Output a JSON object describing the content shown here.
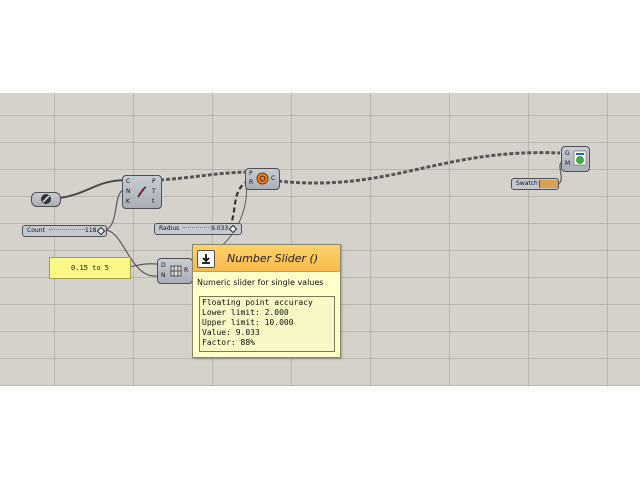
{
  "canvas": {
    "background": "#d4d2cb",
    "grid_color": "#a09e96"
  },
  "count_slider": {
    "label": "Count",
    "value": "118"
  },
  "radius_slider": {
    "label": "Radius",
    "value": "9.033"
  },
  "panel": {
    "text": "0.15 to 5"
  },
  "divide_component": {
    "inputs": [
      "C",
      "N",
      "K"
    ],
    "outputs": [
      "P",
      "T",
      "t"
    ]
  },
  "circle_component": {
    "inputs": [
      "P",
      "R"
    ],
    "outputs": [
      "C"
    ]
  },
  "range_component": {
    "inputs": [
      "D",
      "N"
    ],
    "outputs": [
      "R"
    ]
  },
  "preview_component": {
    "inputs": [
      "G",
      "M"
    ]
  },
  "swatch": {
    "label": "Swatch",
    "color": "#d9a055"
  },
  "tooltip": {
    "title": "Number Slider ()",
    "description": "Numeric slider for single values",
    "lines": [
      "Floating point accuracy",
      "Lower limit: 2.000",
      "Upper limit: 10.000",
      "Value: 9.033",
      "Factor: 88%"
    ],
    "header_color": "#f8c258",
    "body_color": "#ffffcc"
  },
  "icons": {
    "toggle": "boolean-toggle-icon",
    "divide": "divide-curve-icon",
    "circle": "circle-icon",
    "range": "range-icon",
    "preview": "custom-preview-icon",
    "tooltip": "download-arrow-icon"
  }
}
